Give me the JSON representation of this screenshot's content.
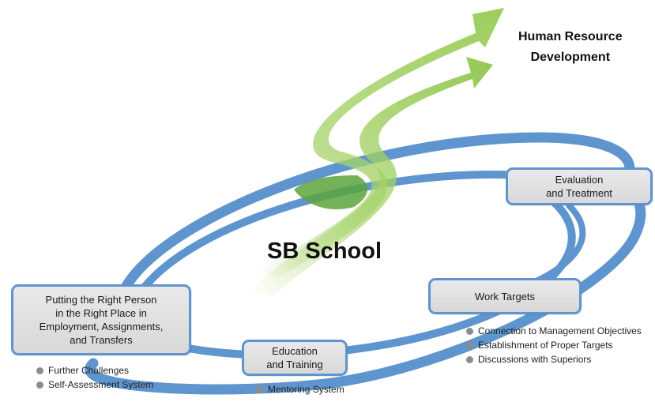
{
  "diagram": {
    "heading_lines": [
      "Human Resource",
      "Development"
    ],
    "center_title": "SB School",
    "boxes": {
      "placement": {
        "lines": [
          "Putting the Right Person",
          "in the Right Place in",
          "Employment, Assignments,",
          "and Transfers"
        ],
        "bullets": [
          "Further Challenges",
          "Self-Assessment System"
        ]
      },
      "education": {
        "lines": [
          "Education",
          "and Training"
        ],
        "bullets": [
          "Mentoring System"
        ]
      },
      "work_targets": {
        "lines": [
          "Work Targets"
        ],
        "bullets": [
          "Connection to Management Objectives",
          "Establishment of Proper Targets",
          "Discussions with Superiors"
        ]
      },
      "evaluation": {
        "lines": [
          "Evaluation",
          "and Treatment"
        ]
      }
    },
    "colors": {
      "loop_blue": "#5f95cf",
      "arrow_green": "#a6d36a",
      "arrow_green_dark": "#5aa43c",
      "box_fill": "#dedede",
      "bullet_gray": "#8c8c8c"
    }
  }
}
